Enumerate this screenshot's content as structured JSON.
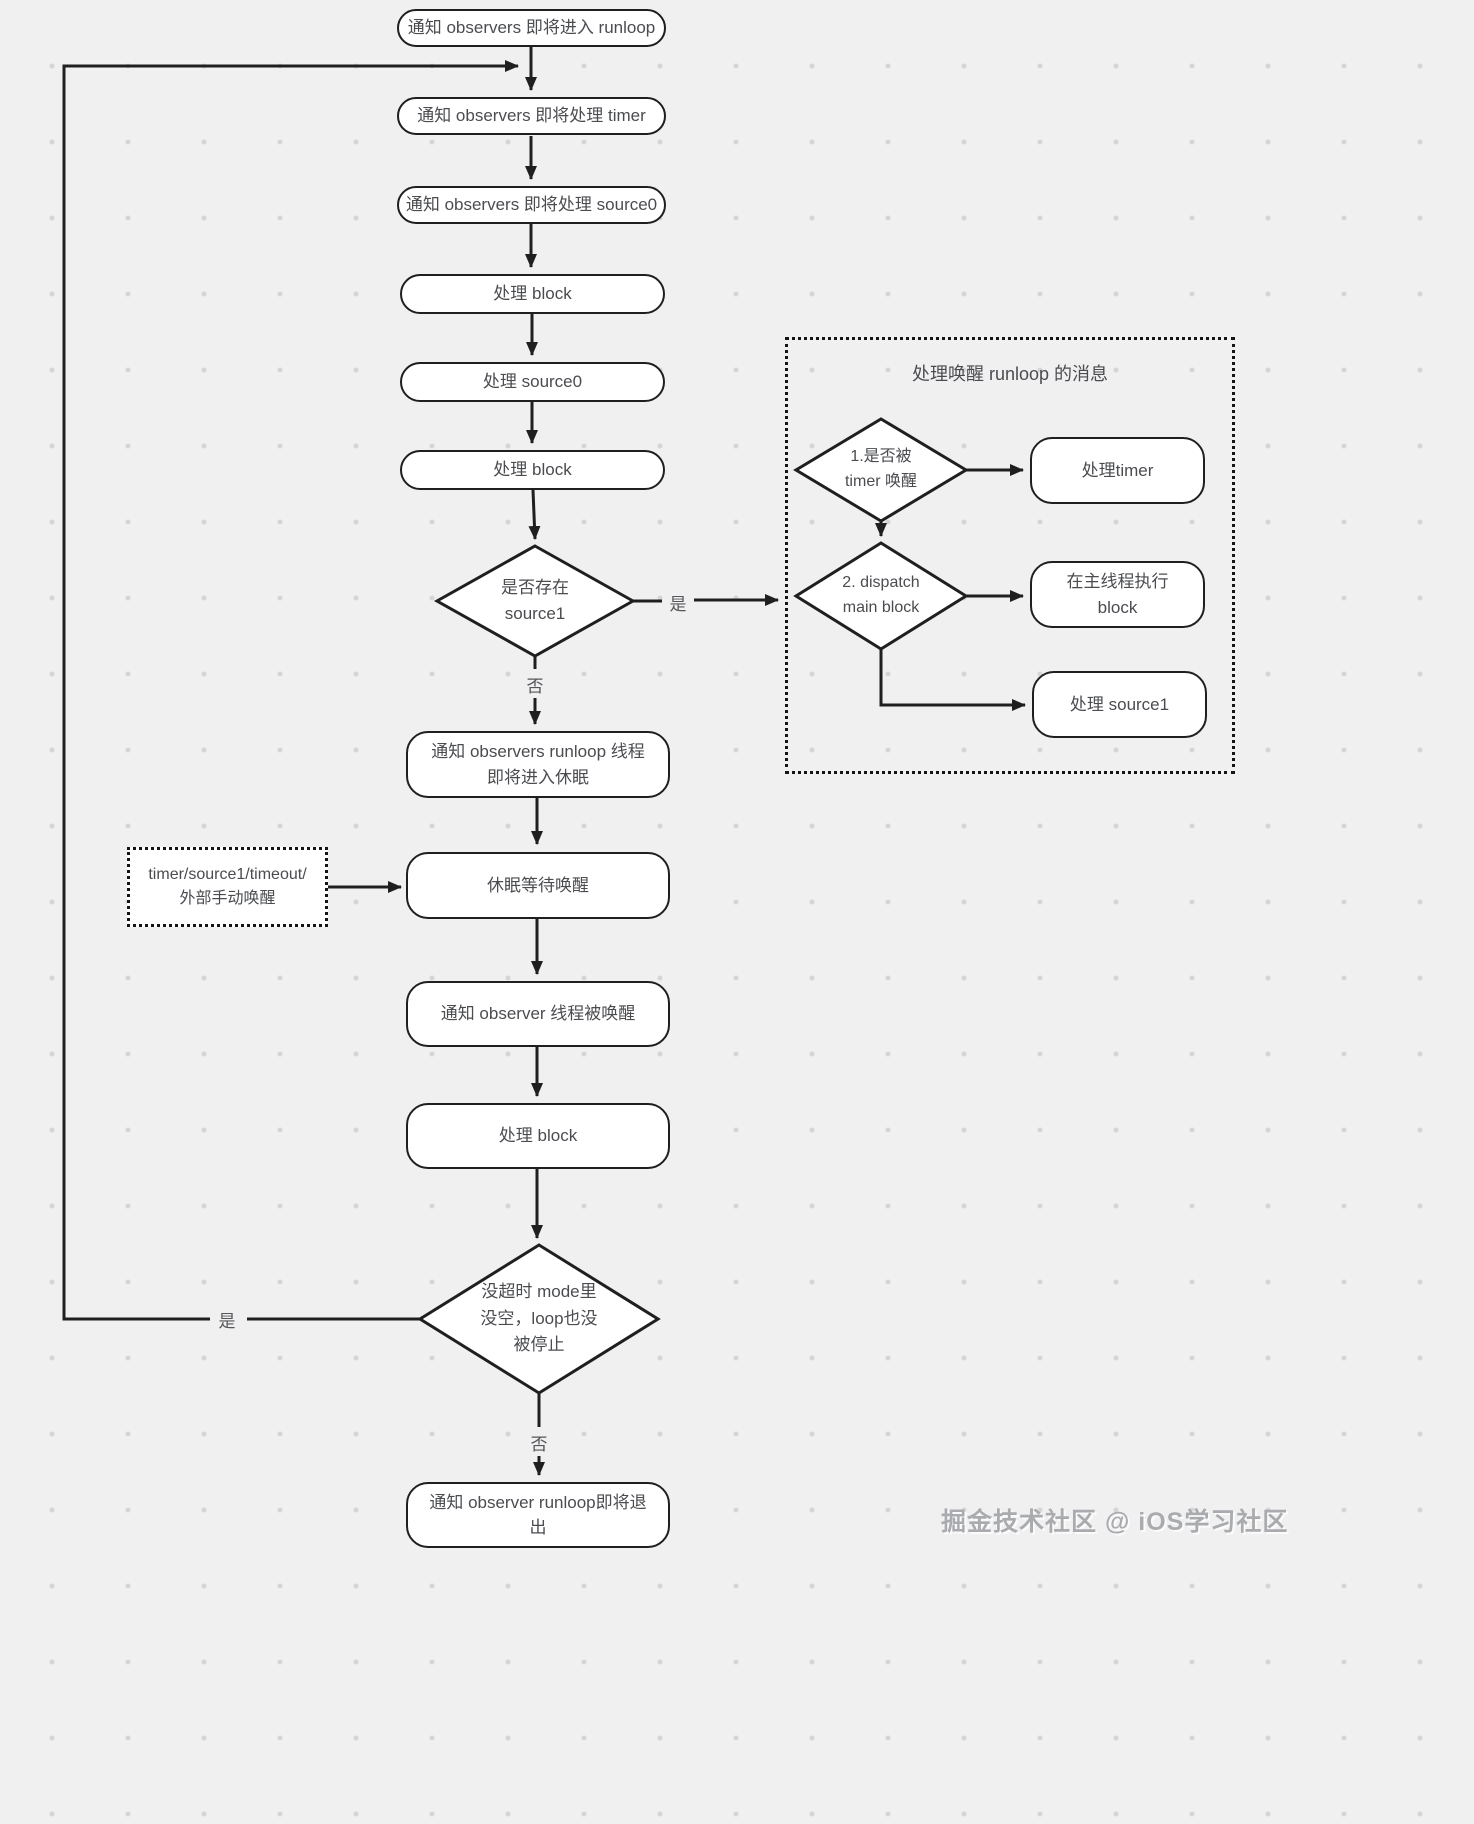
{
  "diagram": {
    "nodes": {
      "enter": "通知 observers 即将进入 runloop",
      "timer_notify": "通知 observers 即将处理 timer",
      "source0_notify": "通知 observers 即将处理 source0",
      "block1": "处理 block",
      "source0": "处理 source0",
      "block2": "处理 block",
      "sleep_notify": "通知 observers runloop 线程即将进入休眠",
      "sleep_wait": "休眠等待唤醒",
      "awake_notify": "通知 observer 线程被唤醒",
      "block3": "处理 block",
      "exit_notify": "通知 observer runloop即将退出"
    },
    "decisions": {
      "source1": [
        "是否存在",
        "source1"
      ],
      "exit": [
        "没超时 mode里",
        "没空，loop也没",
        "被停止"
      ]
    },
    "subprocess": {
      "title": "处理唤醒 runloop 的消息",
      "timer_diamond": [
        "1.是否被",
        "timer 唤醒"
      ],
      "dispatch_diamond": [
        "2. dispatch",
        "main block"
      ],
      "handle_timer": "处理timer",
      "main_thread_block": "在主线程执行block",
      "handle_source1": "处理 source1"
    },
    "wake_box": [
      "timer/source1/timeout/",
      "外部手动唤醒"
    ],
    "labels": {
      "yes": "是",
      "no": "否"
    },
    "watermark": "掘金技术社区 @ iOS学习社区",
    "colors": {
      "line": "#1f1f1f",
      "node_fill": "#ffffff",
      "background": "#f0f0f1",
      "text": "#4b4c50",
      "watermark": "#aaabae"
    }
  }
}
